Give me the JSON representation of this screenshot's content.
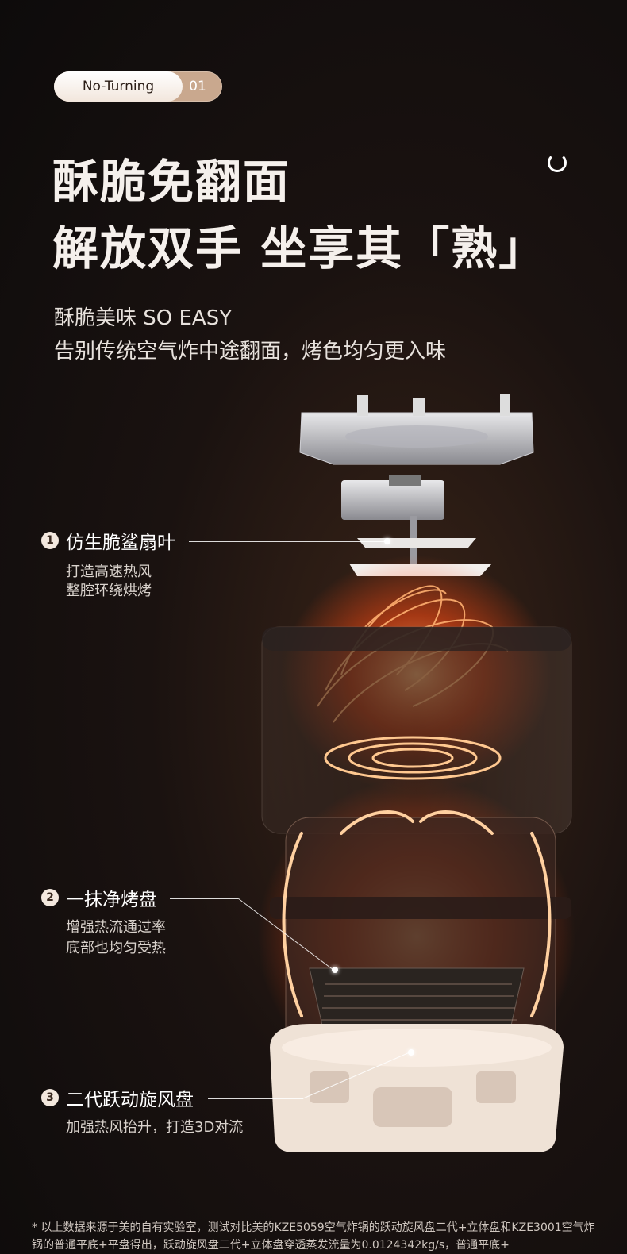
{
  "badge": {
    "label": "No-Turning",
    "number": "01"
  },
  "headline": {
    "line1": "酥脆免翻面",
    "line2": "解放双手 坐享其「熟」"
  },
  "subtitle": {
    "line1": "酥脆美味 SO EASY",
    "line2": "告别传统空气炸中途翻面，烤色均匀更入味"
  },
  "features": [
    {
      "number": "1",
      "title": "仿生脆鲨扇叶",
      "desc1": "打造高速热风",
      "desc2": "整腔环绕烘烤"
    },
    {
      "number": "2",
      "title": "一抹净烤盘",
      "desc1": "增强热流通过率",
      "desc2": "底部也均匀受热"
    },
    {
      "number": "3",
      "title": "二代跃动旋风盘",
      "desc1": "加强热风抬升，打造3D对流"
    }
  ],
  "footnote": "* 以上数据来源于美的自有实验室，测试对比美的KZE5059空气炸锅的跃动旋风盘二代+立体盘和KZE3001空气炸锅的普通平底+平盘得出，跃动旋风盘二代+立体盘穿透蒸发流量为0.0124342kg/s，普通平底+",
  "colors": {
    "accent": "#c9a88e",
    "glow": "#ff5a1f",
    "background": "#141010"
  }
}
